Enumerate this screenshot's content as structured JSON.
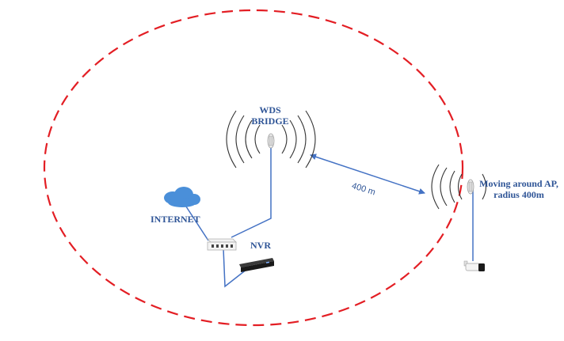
{
  "labels": {
    "wds_bridge_line1": "WDS",
    "wds_bridge_line2": "BRIDGE",
    "internet": "INTERNET",
    "nvr": "NVR",
    "moving_line1": "Moving around AP,",
    "moving_line2": "radius 400m",
    "distance": "400 m"
  },
  "colors": {
    "coverage_boundary": "#e31e24",
    "link_line": "#4472c4",
    "label_text": "#2f5597",
    "cloud": "#4a8fd9",
    "signal_waves": "#333333",
    "nvr_body": "#1a1a1a"
  },
  "icons": {
    "cloud": "cloud-icon",
    "switch": "network-switch-icon",
    "nvr": "nvr-recorder-icon",
    "antenna": "antenna-icon",
    "camera": "bullet-camera-icon"
  }
}
